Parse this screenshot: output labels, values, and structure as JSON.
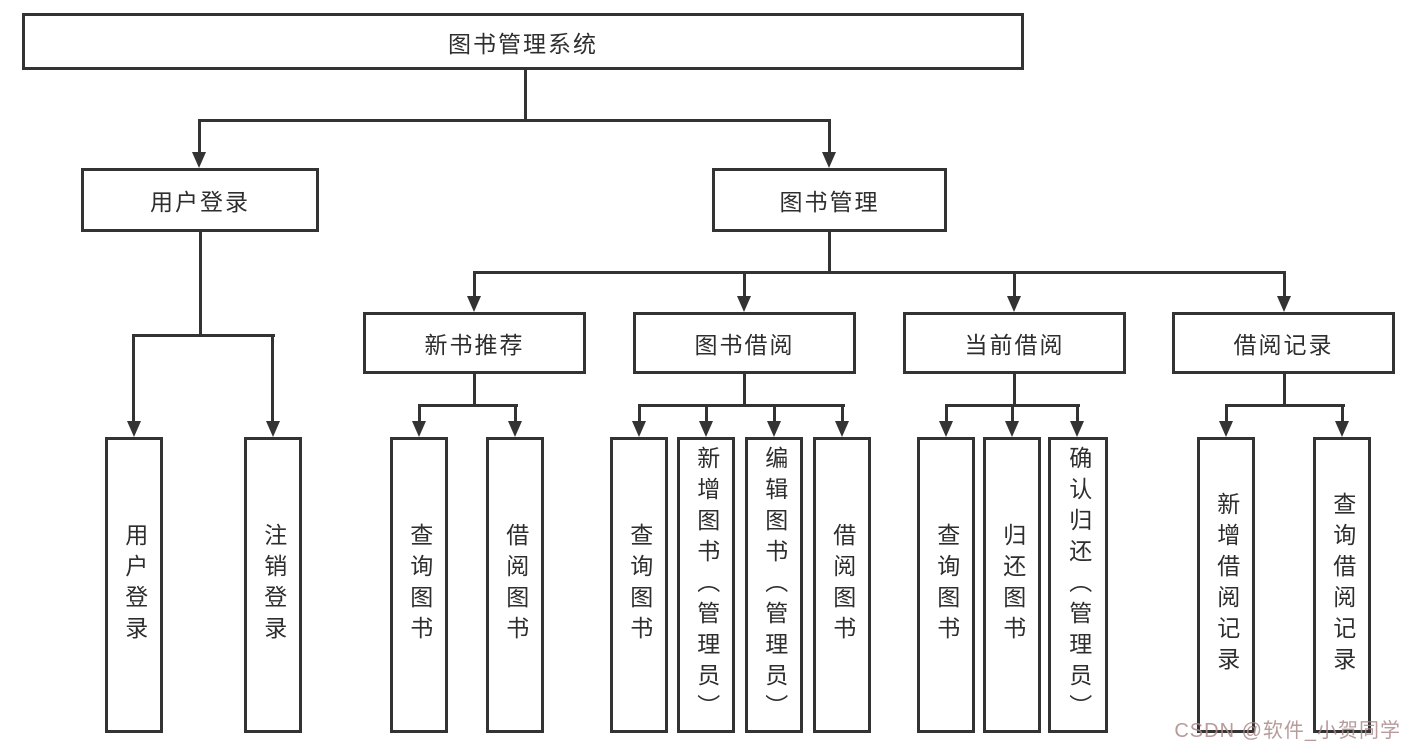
{
  "diagram": {
    "root": {
      "label": "图书管理系统"
    },
    "level1": [
      {
        "label": "用户登录"
      },
      {
        "label": "图书管理"
      }
    ],
    "level2": [
      {
        "label": "新书推荐"
      },
      {
        "label": "图书借阅"
      },
      {
        "label": "当前借阅"
      },
      {
        "label": "借阅记录"
      }
    ],
    "leaves": {
      "user_login": [
        "用户登录",
        "注销登录"
      ],
      "new_books": [
        "查询图书",
        "借阅图书"
      ],
      "book_borrow": [
        "查询图书",
        "新增图书（管理员）",
        "编辑图书（管理员）",
        "借阅图书"
      ],
      "current_borrow": [
        "查询图书",
        "归还图书",
        "确认归还（管理员）"
      ],
      "borrow_records": [
        "新增借阅记录",
        "查询借阅记录"
      ]
    }
  },
  "watermark": {
    "text": "CSDN @软件_小贺同学"
  },
  "colors": {
    "line": "#333333",
    "box_background": "#ffffff",
    "text": "#2e2e2e",
    "watermark": "#ac8a8a"
  }
}
